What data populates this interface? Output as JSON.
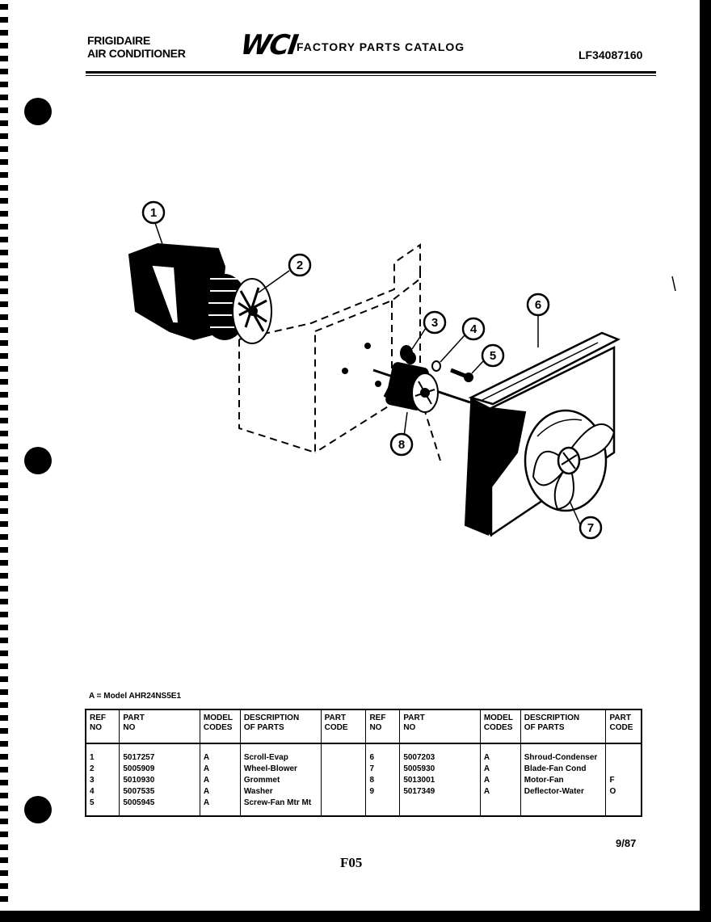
{
  "header": {
    "brand_line1": "FRIGIDAIRE",
    "brand_line2": "AIR CONDITIONER",
    "logo": "WCI",
    "catalog_title": "FACTORY PARTS CATALOG",
    "catalog_number": "LF34087160"
  },
  "diagram": {
    "callouts": [
      "1",
      "2",
      "3",
      "4",
      "5",
      "6",
      "7",
      "8"
    ]
  },
  "model_note": "A = Model AHR24NS5E1",
  "table": {
    "headers": {
      "ref_no": [
        "REF",
        "NO"
      ],
      "part_no": [
        "PART",
        "NO"
      ],
      "model_codes": [
        "MODEL",
        "CODES"
      ],
      "description": [
        "DESCRIPTION",
        "OF PARTS"
      ],
      "part_code": [
        "PART",
        "CODE"
      ]
    },
    "left": {
      "ref_no": [
        "1",
        "2",
        "3",
        "4",
        "5"
      ],
      "part_no": [
        "5017257",
        "5005909",
        "5010930",
        "5007535",
        "5005945"
      ],
      "model_codes": [
        "A",
        "A",
        "A",
        "A",
        "A"
      ],
      "description": [
        "Scroll-Evap",
        "Wheel-Blower",
        "Grommet",
        "Washer",
        "Screw-Fan Mtr Mt"
      ],
      "part_code": [
        "",
        "",
        "",
        "",
        ""
      ]
    },
    "right": {
      "ref_no": [
        "6",
        "7",
        "8",
        "9"
      ],
      "part_no": [
        "5007203",
        "5005930",
        "5013001",
        "5017349"
      ],
      "model_codes": [
        "A",
        "A",
        "A",
        "A"
      ],
      "description": [
        "Shroud-Condenser",
        "Blade-Fan Cond",
        "Motor-Fan",
        "Deflector-Water"
      ],
      "part_code": [
        "",
        "",
        "F",
        "O"
      ]
    }
  },
  "footer": {
    "date": "9/87",
    "page_code": "F05"
  }
}
